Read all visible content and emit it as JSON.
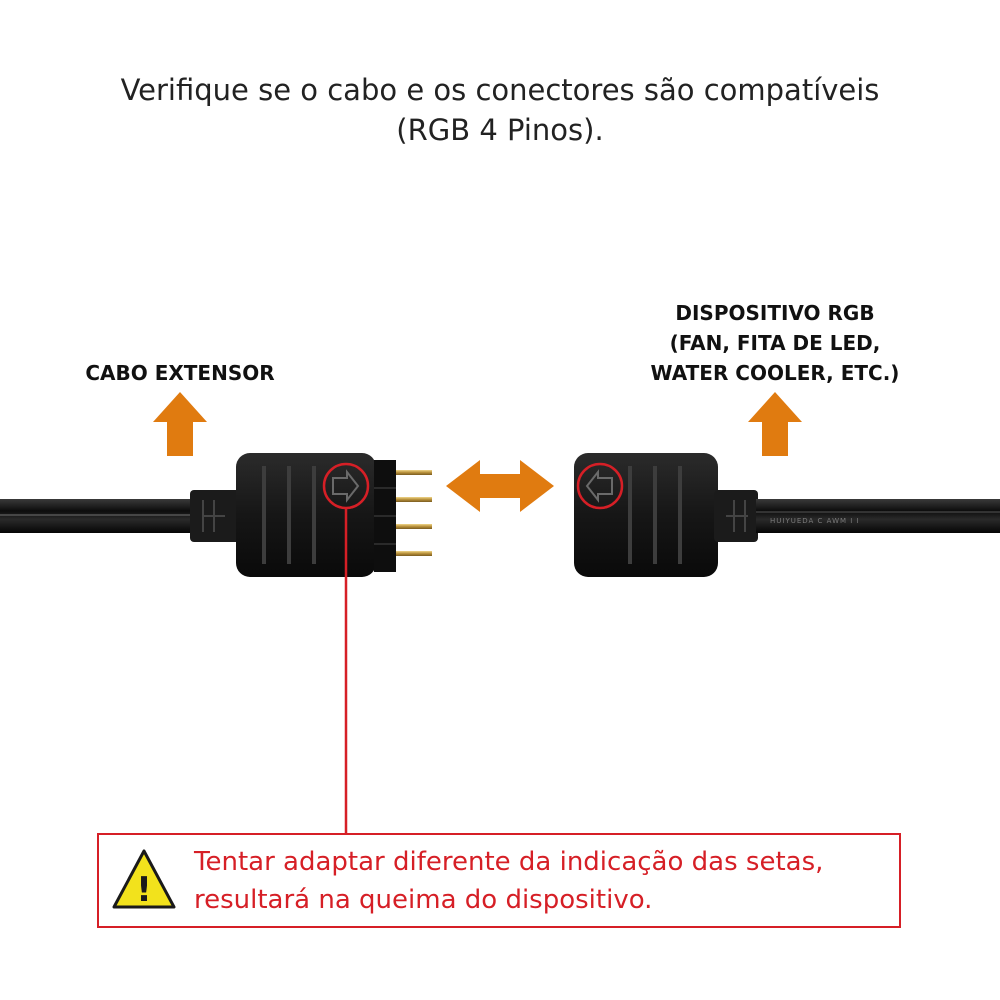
{
  "heading": {
    "line1": "Verifique se o cabo e os conectores são compatíveis",
    "line2": "(RGB 4 Pinos)."
  },
  "labels": {
    "left": "CABO EXTENSOR",
    "right_line1": "DISPOSITIVO RGB",
    "right_line2": "(FAN, FITA DE LED,",
    "right_line3": "WATER COOLER, ETC.)"
  },
  "cable_print": "HUIYUEDA  C  AWM  I  I",
  "warning": {
    "line1": "Tentar adaptar diferente da indicação das setas,",
    "line2": "resultará na queima do dispositivo.",
    "symbol": "!"
  },
  "colors": {
    "arrow": "#e07b10",
    "alert": "#d61f26",
    "connector": "#1a1a1a",
    "pins": "#c8a04a",
    "warning_fill": "#f2e21c"
  },
  "icons": [
    "up-arrow-icon",
    "double-arrow-icon",
    "warning-triangle-icon",
    "direction-arrow-right-icon",
    "direction-arrow-left-icon"
  ]
}
